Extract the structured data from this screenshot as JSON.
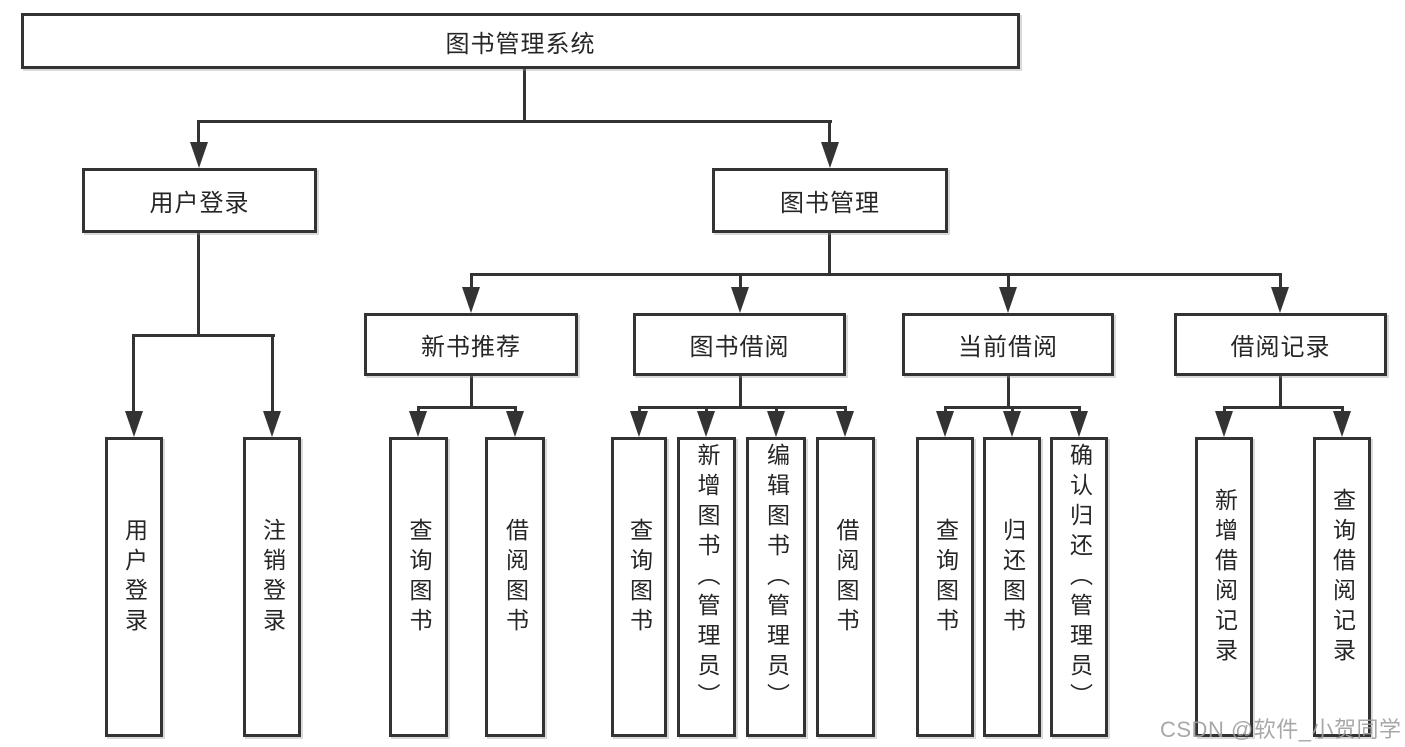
{
  "diagram_title": "图书管理系统",
  "watermark": "CSDN @软件_小贺同学",
  "colors": {
    "line": "#333333",
    "text": "#262626",
    "background": "#ffffff",
    "watermark": "#9f9f9f"
  },
  "tree": {
    "root": {
      "label": "图书管理系统"
    },
    "login": {
      "label": "用户登录",
      "children": {
        "user_login": {
          "label": "用户登录"
        },
        "logout": {
          "label": "注销登录"
        }
      }
    },
    "management": {
      "label": "图书管理",
      "sections": {
        "new_books": {
          "label": "新书推荐",
          "children": {
            "query": {
              "label": "查询图书"
            },
            "borrow": {
              "label": "借阅图书"
            }
          }
        },
        "borrowing": {
          "label": "图书借阅",
          "children": {
            "query": {
              "label": "查询图书"
            },
            "add": {
              "label": "新增图书（管理员）"
            },
            "edit": {
              "label": "编辑图书（管理员）"
            },
            "borrow": {
              "label": "借阅图书"
            }
          }
        },
        "current": {
          "label": "当前借阅",
          "children": {
            "query": {
              "label": "查询图书"
            },
            "return": {
              "label": "归还图书"
            },
            "confirm": {
              "label": "确认归还（管理员）"
            }
          }
        },
        "records": {
          "label": "借阅记录",
          "children": {
            "add": {
              "label": "新增借阅记录"
            },
            "query": {
              "label": "查询借阅记录"
            }
          }
        }
      }
    }
  }
}
